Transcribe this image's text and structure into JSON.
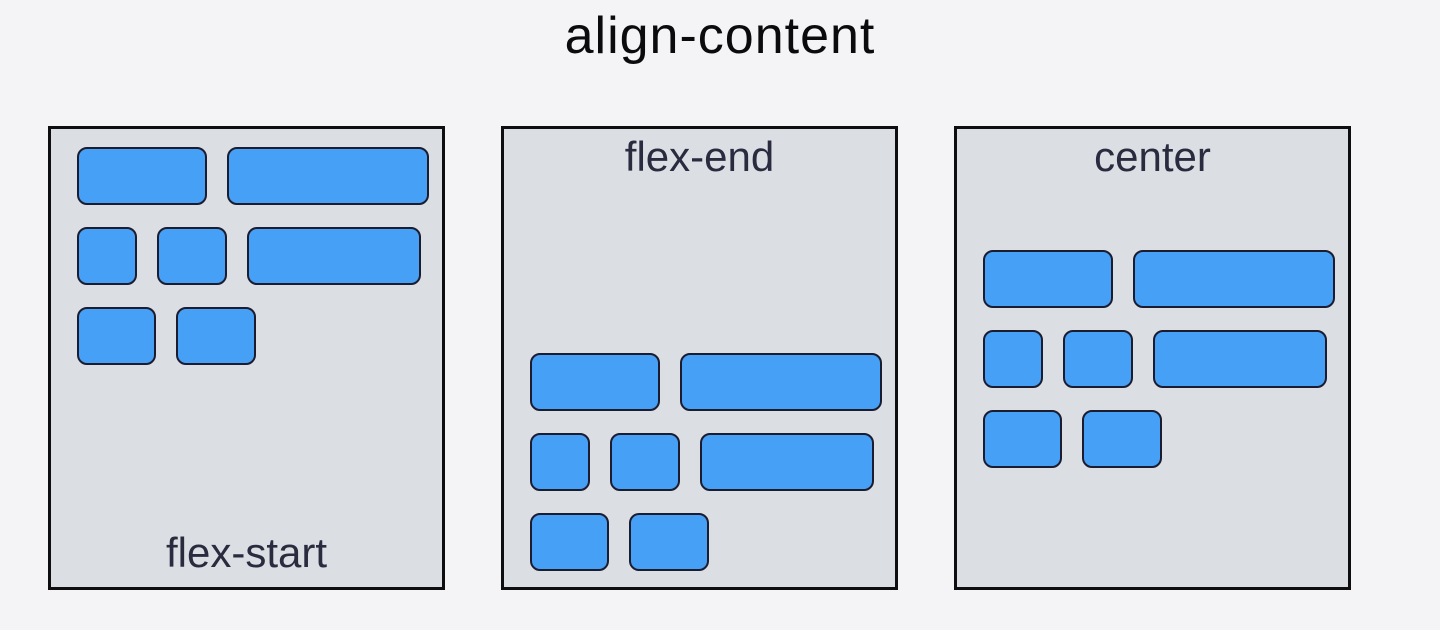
{
  "title": "align-content",
  "colors": {
    "page_background": "#f4f4f6",
    "panel_background": "#dbdee3",
    "panel_border": "#0e0e10",
    "item_fill": "#46a0f6",
    "item_border": "#1c1c30",
    "label_text": "#2b2b40",
    "title_text": "#0b0b0e"
  },
  "panels": [
    {
      "id": "flex-start",
      "label": "flex-start",
      "align": "start",
      "label_position": "bottom"
    },
    {
      "id": "flex-end",
      "label": "flex-end",
      "align": "end",
      "label_position": "top"
    },
    {
      "id": "center",
      "label": "center",
      "align": "center",
      "label_position": "top"
    }
  ],
  "item_rows": [
    [
      130,
      202
    ],
    [
      60,
      70,
      174
    ],
    [
      79,
      80
    ]
  ],
  "item_height": 58
}
